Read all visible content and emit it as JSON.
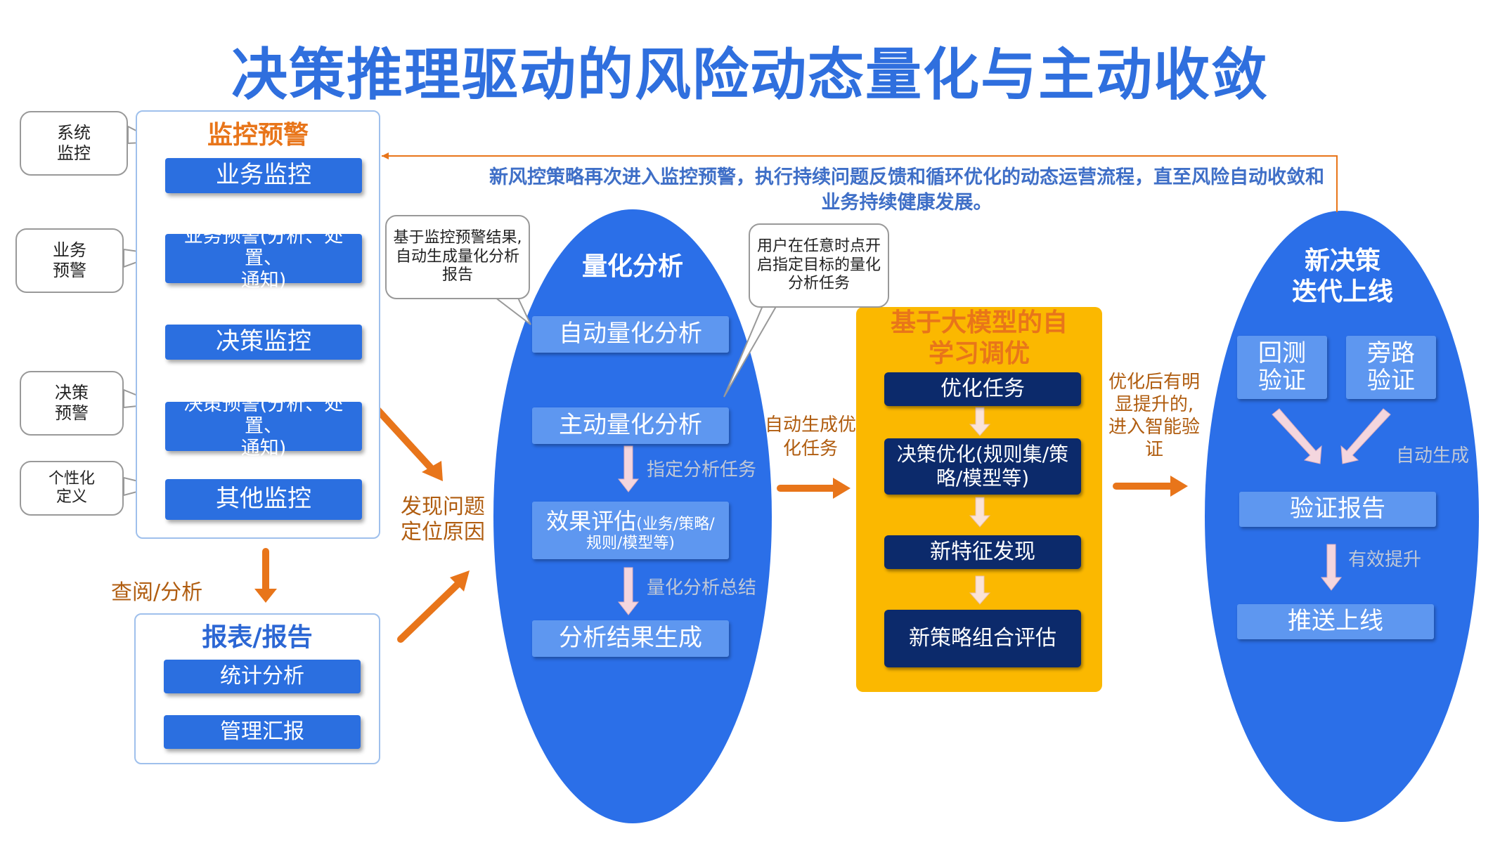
{
  "title": "决策推理驱动的风险动态量化与主动收敛",
  "feedback_text_line1": "新风控策略再次进入监控预警，执行持续问题反馈和循环优化的动态运营流程，直至风险自动收敛和",
  "feedback_text_line2": "业务持续健康发展。",
  "monitoring": {
    "title": "监控预警",
    "business_monitor": "业务监控",
    "business_alert_line1": "业务预警(分析、处置、",
    "business_alert_line2": "通知)",
    "decision_monitor": "决策监控",
    "decision_alert_line1": "决策预警(分析、处置、",
    "decision_alert_line2": "通知)",
    "other_monitor": "其他监控"
  },
  "left_callouts": {
    "system_l1": "系统",
    "system_l2": "监控",
    "business_l1": "业务",
    "business_l2": "预警",
    "decision_l1": "决策",
    "decision_l2": "预警",
    "custom_l1": "个性化",
    "custom_l2": "定义"
  },
  "review_label": "查阅/分析",
  "report": {
    "title": "报表/报告",
    "stats": "统计分析",
    "mgmt": "管理汇报"
  },
  "find_problem_l1": "发现问题",
  "find_problem_l2": "定位原因",
  "quant": {
    "title": "量化分析",
    "auto": "自动量化分析",
    "active": "主动量化分析",
    "assign_task": "指定分析任务",
    "effect_main": "效果评估",
    "effect_small": "(业务/策略/",
    "effect_line2": "规则/模型等)",
    "summary": "量化分析总结",
    "result": "分析结果生成"
  },
  "callout_auto_l1": "基于监控预警结果,",
  "callout_auto_l2": "自动生成量化分析",
  "callout_auto_l3": "报告",
  "callout_user_l1": "用户在任意时点开",
  "callout_user_l2": "启指定目标的量化",
  "callout_user_l3": "分析任务",
  "gen_task_l1": "自动生成优",
  "gen_task_l2": "化任务",
  "llm": {
    "title_l1": "基于大模型的自",
    "title_l2": "学习调优",
    "opt_task": "优化任务",
    "decision_opt_l1": "决策优化(规则集/策",
    "decision_opt_l2": "略/模型等)",
    "new_feature": "新特征发现",
    "new_strategy": "新策略组合评估"
  },
  "improve_l1": "优化后有明",
  "improve_l2": "显提升的,",
  "improve_l3": "进入智能验",
  "improve_l4": "证",
  "deploy": {
    "title_l1": "新决策",
    "title_l2": "迭代上线",
    "backtest_l1": "回测",
    "backtest_l2": "验证",
    "shadow_l1": "旁路",
    "shadow_l2": "验证",
    "auto_gen": "自动生成",
    "report": "验证报告",
    "effective": "有效提升",
    "push": "推送上线"
  },
  "colors": {
    "title_blue": "#2f6fde",
    "ellipse_blue": "#2b6fe8",
    "orange": "#e8751a",
    "gold": "#fbb800",
    "navy": "#0c2a6b"
  }
}
